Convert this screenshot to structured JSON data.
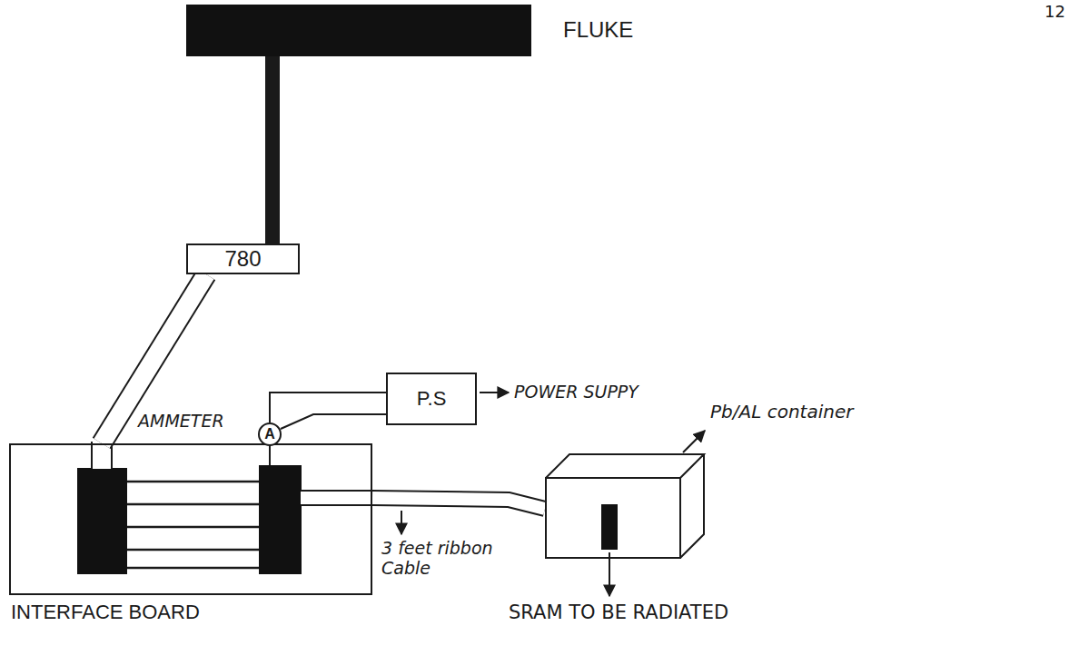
{
  "diagram": {
    "nodes": [
      {
        "text": [
          "FLUKE"
        ]
      },
      {
        "text": [
          "780"
        ]
      },
      {
        "text": [
          "P.S"
        ]
      },
      {
        "text": [
          "A"
        ]
      },
      {
        "text": [
          "INTERFACE BOARD"
        ]
      },
      {
        "text": [
          "Pb/AL container"
        ]
      }
    ],
    "edges": [
      {
        "from": 0,
        "to": 1,
        "arrow": "none"
      },
      {
        "from": 1,
        "to": 4,
        "arrow": "none"
      },
      {
        "from": 2,
        "to": 3,
        "arrow": "none"
      },
      {
        "from": 4,
        "to": 5,
        "arrow": "none"
      }
    ],
    "labels": [
      "12",
      "POWER SUPPY",
      "AMMETER",
      "3 feet ribbon Cable",
      "SRAM TO BE RADIATED"
    ]
  }
}
